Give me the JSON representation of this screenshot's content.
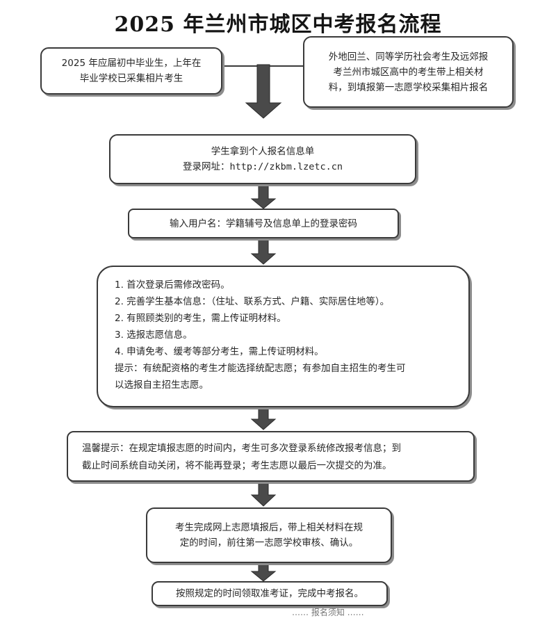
{
  "title": "2025 年兰州市城区中考报名流程",
  "box_local": {
    "lines": [
      "2025 年应届初中毕业生，上年在",
      "毕业学校已采集相片考生"
    ]
  },
  "box_other": {
    "lines": [
      "外地回兰、同等学历社会考生及远郊报",
      "考兰州市城区高中的考生带上相关材",
      "料，到填报第一志愿学校采集相片报名"
    ]
  },
  "box_info": {
    "line1": "学生拿到个人报名信息单",
    "login_label": "登录网址：",
    "url": "http://zkbm.lzetc.cn"
  },
  "box_username": {
    "text": "输入用户名：学籍辅号及信息单上的登录密码"
  },
  "box_steps": {
    "lines": [
      "1. 首次登录后需修改密码。",
      "2. 完善学生基本信息：（住址、联系方式、户籍、实际居住地等）。",
      "2. 有照顾类别的考生，需上传证明材料。",
      "3. 选报志愿信息。",
      "4. 申请免考、缓考等部分考生，需上传证明材料。",
      "提示：有统配资格的考生才能选择统配志愿；有参加自主招生的考生可",
      "以选报自主招生志愿。"
    ]
  },
  "box_tip": {
    "lines": [
      "温馨提示：在规定填报志愿的时间内，考生可多次登录系统修改报考信息；到",
      "截止时间系统自动关闭，将不能再登录；考生志愿以最后一次提交的为准。"
    ]
  },
  "box_review": {
    "lines": [
      "考生完成网上志愿填报后，带上相关材料在规",
      "定的时间，前往第一志愿学校审核、确认。"
    ]
  },
  "box_final": {
    "text": "按照规定的时间领取准考证，完成中考报名。"
  },
  "footer_fragment": "…… 报名须知 ……"
}
